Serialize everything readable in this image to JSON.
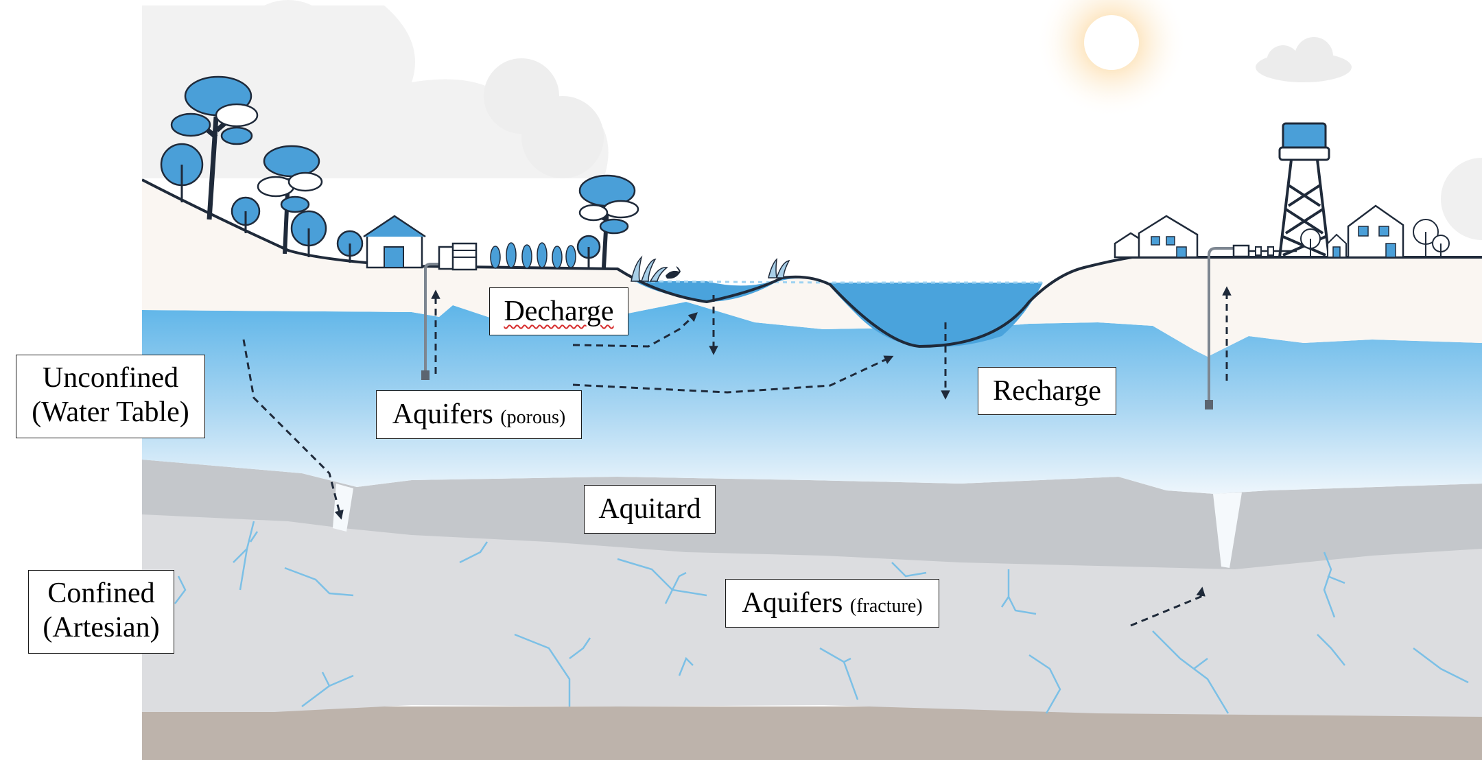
{
  "labels": {
    "unconfined_line1": "Unconfined",
    "unconfined_line2": "(Water Table)",
    "confined_line1": "Confined",
    "confined_line2": "(Artesian)",
    "decharge": "Decharge",
    "recharge": "Recharge",
    "aquifers_porous_main": "Aquifers",
    "aquifers_porous_sub": "(porous)",
    "aquitard": "Aquitard",
    "aquifers_fracture_main": "Aquifers",
    "aquifers_fracture_sub": "(fracture)"
  },
  "icons": [
    "sun-icon",
    "cloud-icon",
    "tree-icon",
    "house-icon",
    "water-tower-icon",
    "well-pump-icon",
    "bird-icon",
    "reed-icon",
    "crop-icon"
  ],
  "colors": {
    "sky_cloud": "#f2f2f2",
    "ground_surface": "#faf6f2",
    "groundwater": "#5cb4e8",
    "pond_water": "#4aa3dc",
    "aquitard": "#c4c7cb",
    "bedrock": "#dcdde0",
    "base_layer": "#bdb3ab",
    "fracture": "#7cc0e6",
    "outline": "#1f2a3a",
    "tree_blue": "#4a9fd8"
  }
}
